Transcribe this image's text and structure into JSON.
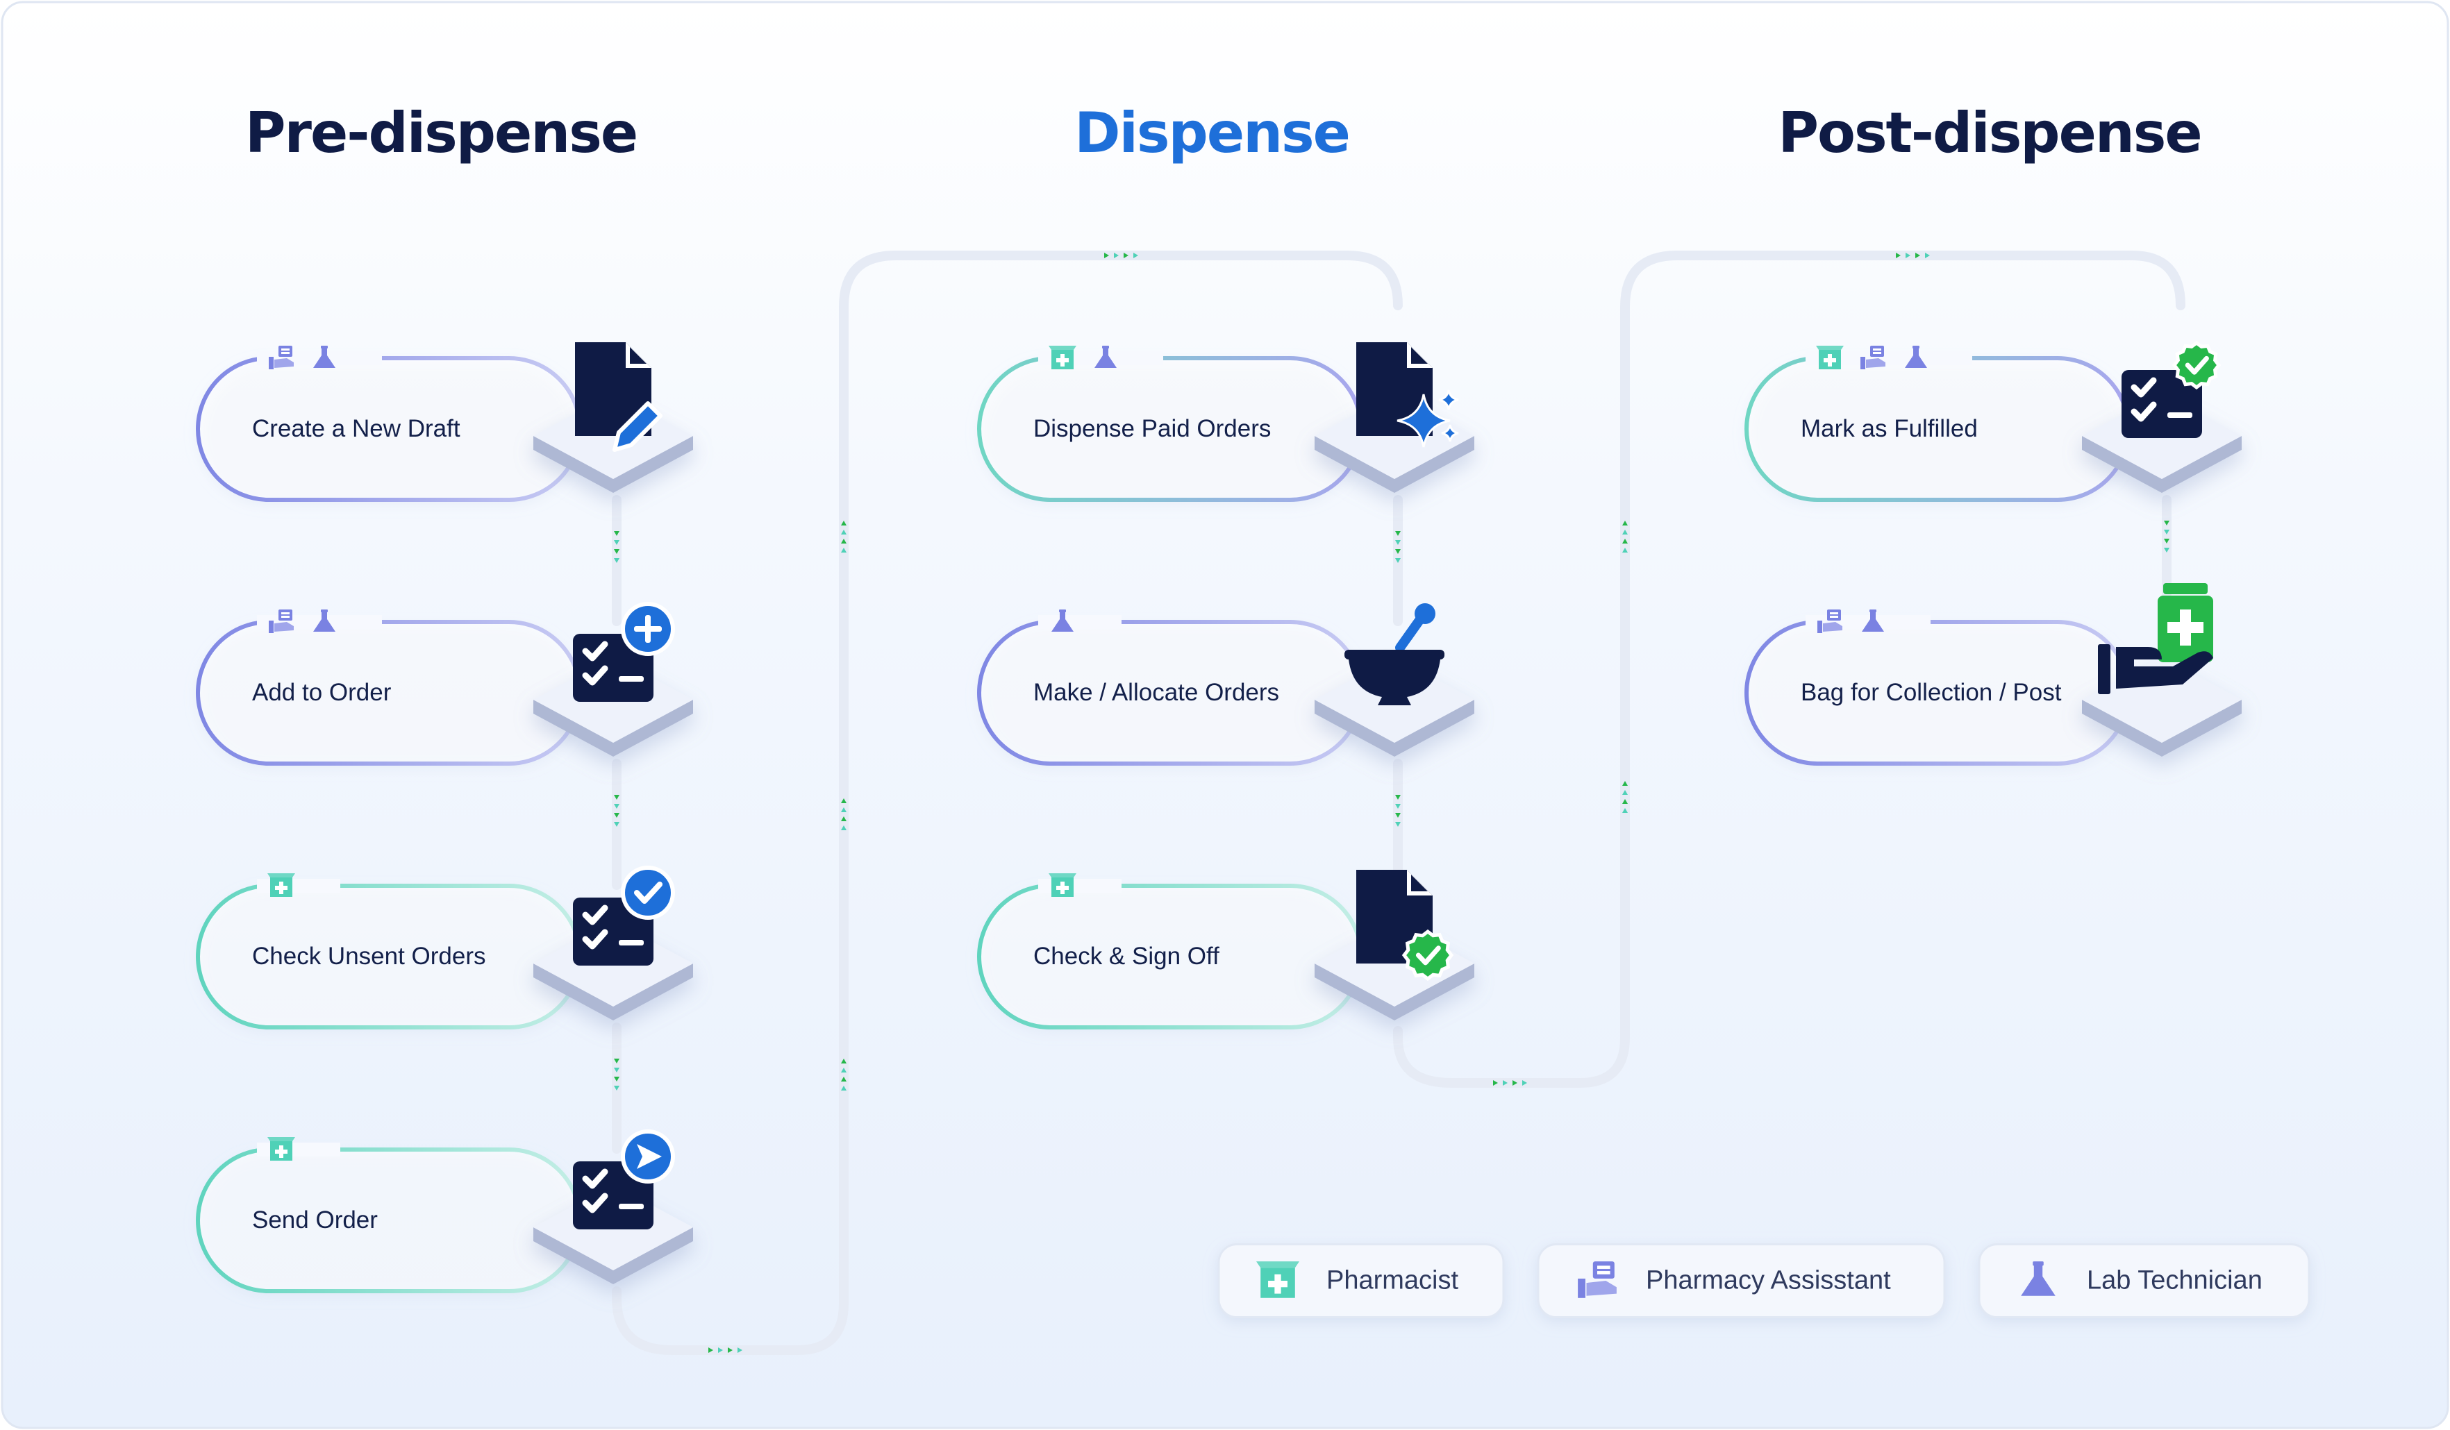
{
  "colors": {
    "navy": "#0f1b45",
    "accent_blue": "#1e6fd9",
    "pharmacist_teal": "#4fd1b7",
    "assistant_violet": "#7a82e2",
    "check_green": "#26b74a"
  },
  "columns": [
    {
      "title": "Pre-dispense",
      "title_color": "#0f1b45",
      "steps": [
        {
          "label": "Create a New Draft",
          "roles": [
            "pharmacy-assistant",
            "lab-technician"
          ],
          "icon": "document-edit-icon"
        },
        {
          "label": "Add to Order",
          "roles": [
            "pharmacy-assistant",
            "lab-technician"
          ],
          "icon": "checklist-add-icon"
        },
        {
          "label": "Check Unsent Orders",
          "roles": [
            "pharmacist"
          ],
          "icon": "checklist-verified-icon"
        },
        {
          "label": "Send Order",
          "roles": [
            "pharmacist"
          ],
          "icon": "checklist-send-icon"
        }
      ]
    },
    {
      "title": "Dispense",
      "title_color": "#1e6fd9",
      "steps": [
        {
          "label": "Dispense Paid Orders",
          "roles": [
            "pharmacist",
            "lab-technician"
          ],
          "icon": "document-sparkle-icon"
        },
        {
          "label": "Make / Allocate Orders",
          "roles": [
            "lab-technician"
          ],
          "icon": "mortar-pestle-icon"
        },
        {
          "label": "Check & Sign Off",
          "roles": [
            "pharmacist"
          ],
          "icon": "document-verified-icon"
        }
      ]
    },
    {
      "title": "Post-dispense",
      "title_color": "#0f1b45",
      "steps": [
        {
          "label": "Mark as Fulfilled",
          "roles": [
            "pharmacist",
            "pharmacy-assistant",
            "lab-technician"
          ],
          "icon": "checklist-fulfilled-icon"
        },
        {
          "label": "Bag for Collection / Post",
          "roles": [
            "pharmacy-assistant",
            "lab-technician"
          ],
          "icon": "hand-medicine-icon"
        }
      ]
    }
  ],
  "legend": [
    {
      "role": "pharmacist",
      "label": "Pharmacist",
      "icon": "pharmacist-icon"
    },
    {
      "role": "pharmacy-assistant",
      "label": "Pharmacy Assisstant",
      "icon": "pharmacy-assistant-icon"
    },
    {
      "role": "lab-technician",
      "label": "Lab Technician",
      "icon": "lab-technician-icon"
    }
  ]
}
